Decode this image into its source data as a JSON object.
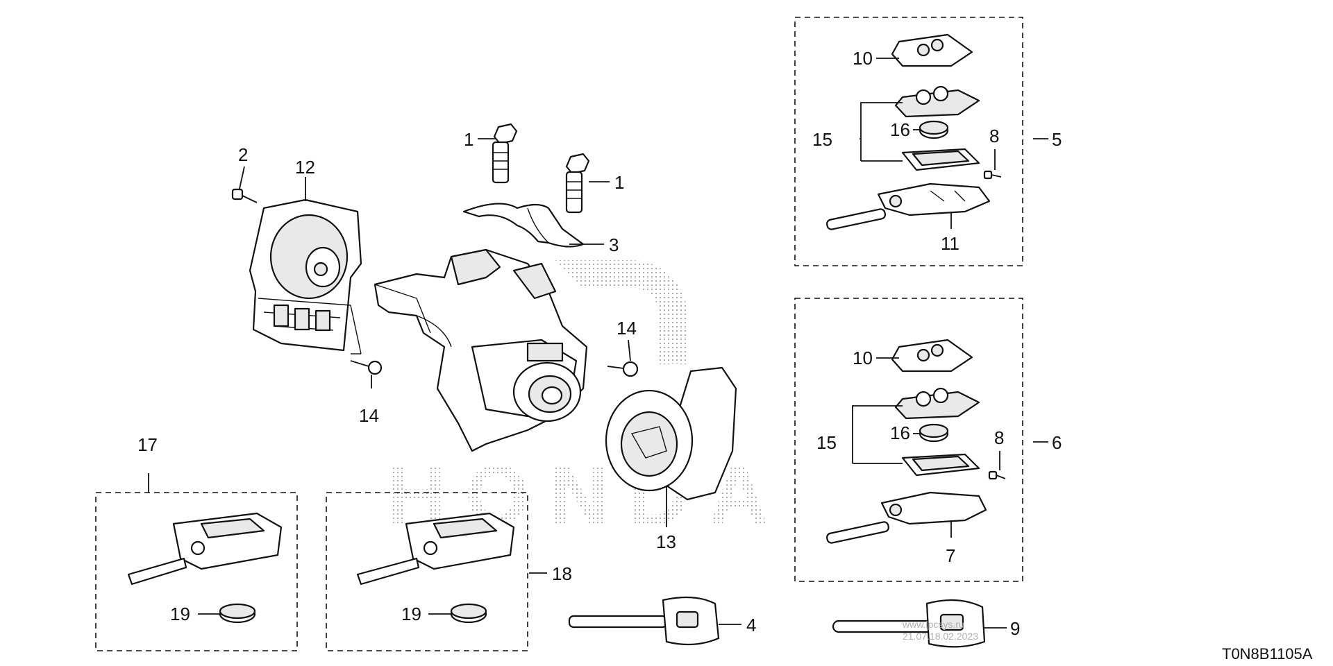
{
  "diagram_code": "T0N8B1105A",
  "watermark": {
    "brand": "HONDA",
    "site": "www.ipcsys.ru",
    "stamp": "21.07.18.02.2023"
  },
  "callouts": {
    "c1a": "1",
    "c1b": "1",
    "c2": "2",
    "c3": "3",
    "c4": "4",
    "c5": "5",
    "c6": "6",
    "c7": "7",
    "c8a": "8",
    "c8b": "8",
    "c9": "9",
    "c10a": "10",
    "c10b": "10",
    "c11": "11",
    "c12": "12",
    "c13": "13",
    "c14a": "14",
    "c14b": "14",
    "c15a": "15",
    "c15b": "15",
    "c16a": "16",
    "c16b": "16",
    "c17": "17",
    "c18": "18",
    "c19a": "19",
    "c19b": "19"
  }
}
